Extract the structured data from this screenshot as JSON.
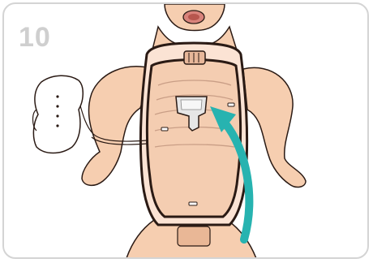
{
  "step": {
    "number": "10"
  },
  "colors": {
    "skin": "#f6ceb0",
    "skin_shadow": "#e9b796",
    "outline": "#2a1a14",
    "cover": "#fbe3d4",
    "arrow": "#27b3b0",
    "frame_border": "#d4d4d4",
    "step_number": "#cfcfcf"
  },
  "illustration": {
    "subject": "infant-manikin-torso",
    "action": "insert-chest-plate",
    "arrow_direction": "up-left"
  }
}
